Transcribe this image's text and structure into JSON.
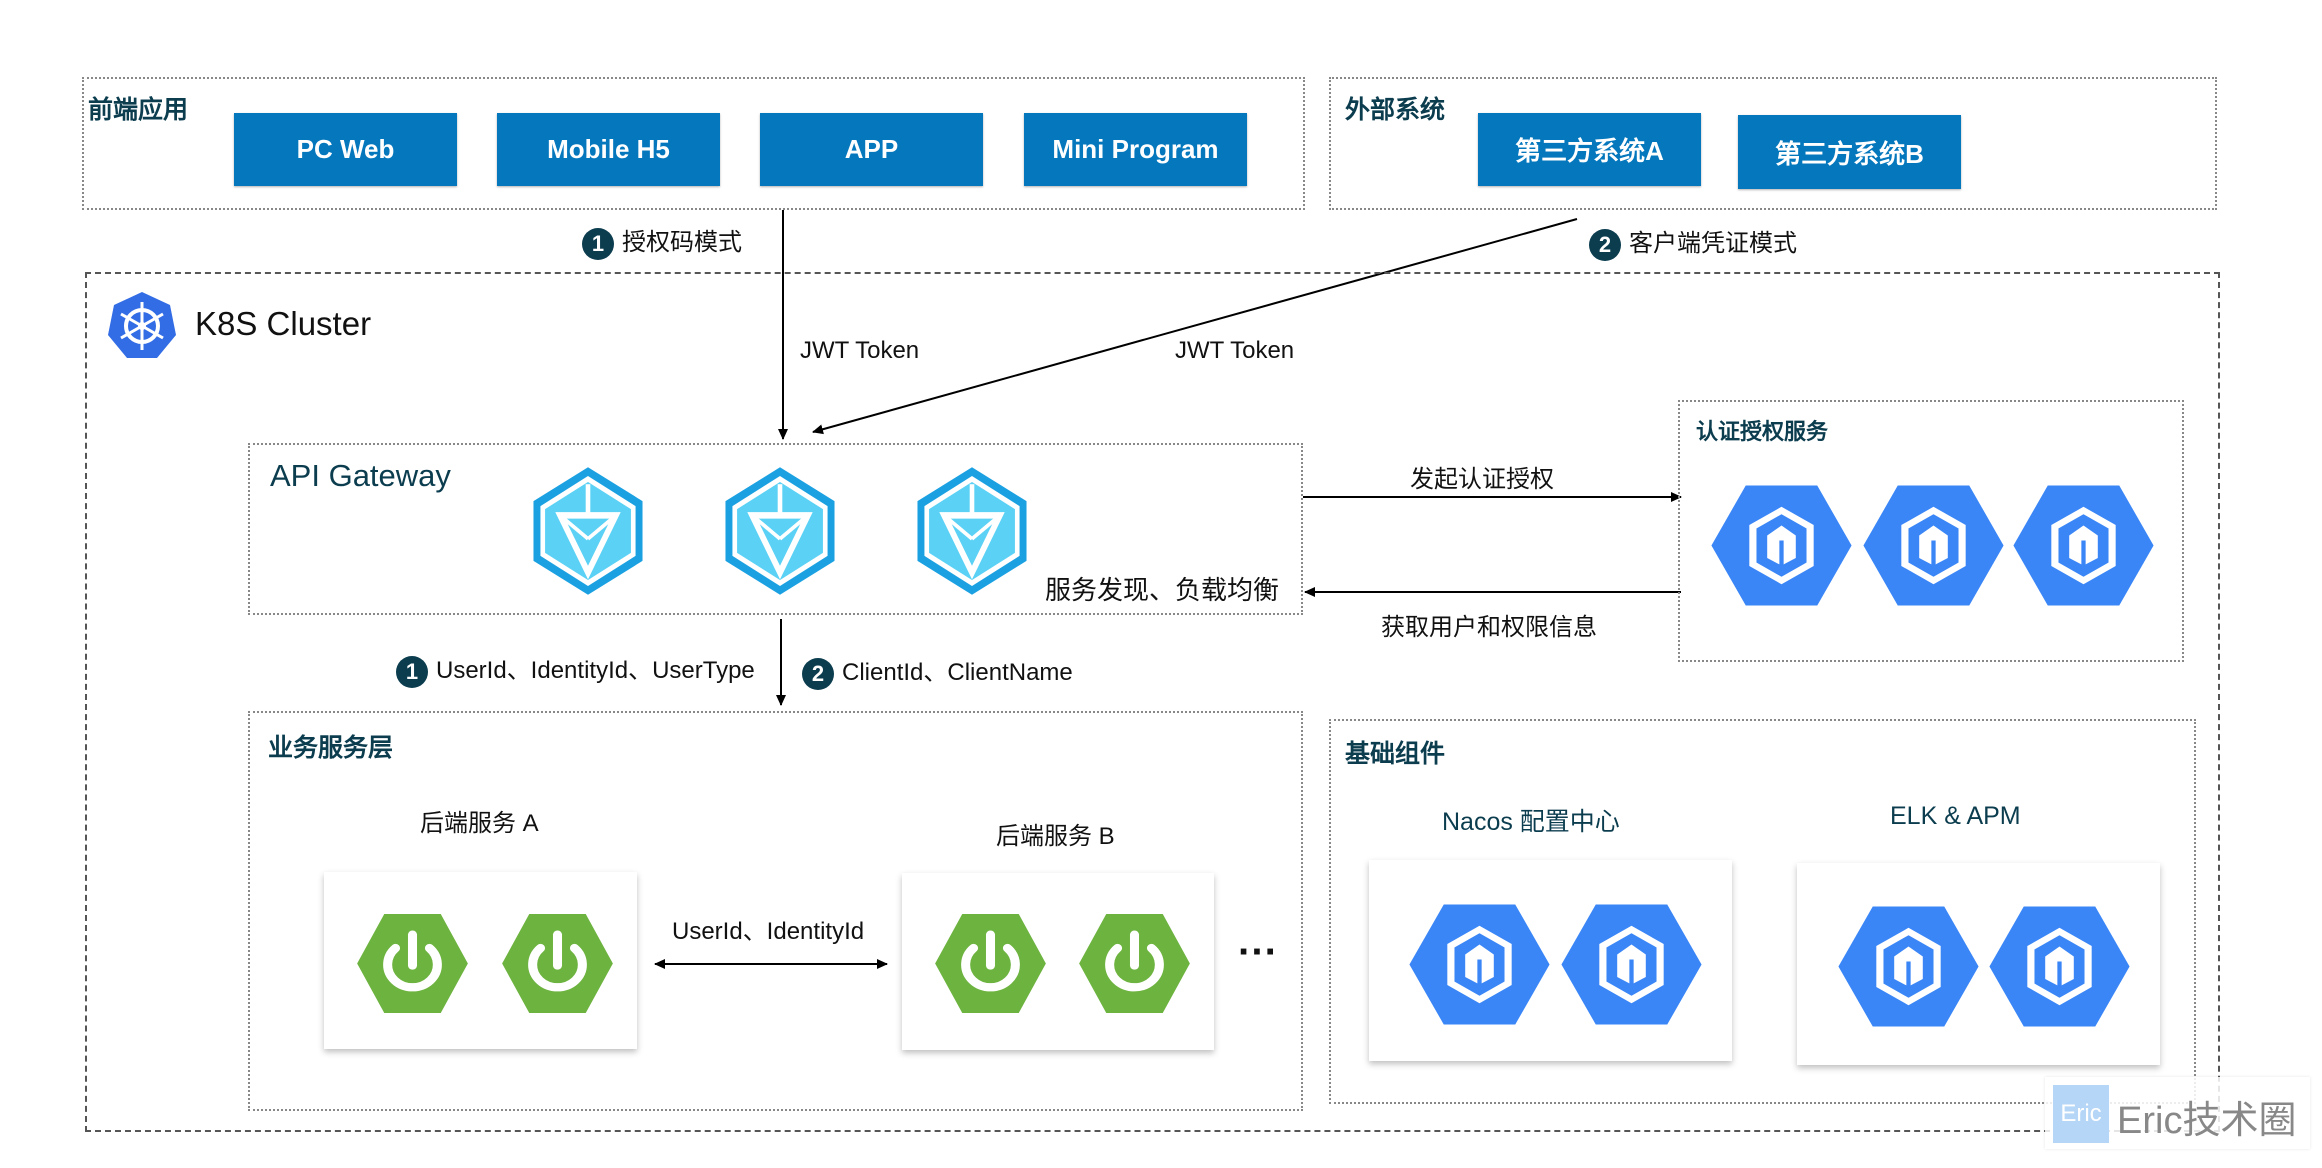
{
  "frontend": {
    "title": "前端应用",
    "buttons": [
      "PC Web",
      "Mobile H5",
      "APP",
      "Mini Program"
    ]
  },
  "external": {
    "title": "外部系统",
    "buttons": [
      "第三方系统A",
      "第三方系统B"
    ]
  },
  "flows": {
    "auth_code": {
      "num": "1",
      "label": "授权码模式"
    },
    "client_cred": {
      "num": "2",
      "label": "客户端凭证模式"
    },
    "jwt1": "JWT Token",
    "jwt2": "JWT Token",
    "auth_request": "发起认证授权",
    "get_user": "获取用户和权限信息",
    "discovery": "服务发现、负载均衡",
    "headers1": {
      "num": "1",
      "label": "UserId、IdentityId、UserType"
    },
    "headers2": {
      "num": "2",
      "label": "ClientId、ClientName"
    },
    "between_services": "UserId、IdentityId",
    "more": "···"
  },
  "cluster": {
    "title": "K8S Cluster"
  },
  "gateway": {
    "title": "API Gateway"
  },
  "auth_service": {
    "title": "认证授权服务"
  },
  "business": {
    "title": "业务服务层",
    "service_a": "后端服务 A",
    "service_b": "后端服务 B"
  },
  "base": {
    "title": "基础组件",
    "nacos": "Nacos 配置中心",
    "elk": "ELK & APM"
  },
  "watermark": {
    "logo": "Eric",
    "text": "Eric技术圈"
  },
  "colors": {
    "button": "#0477bd",
    "heading": "#0b3d4f",
    "gcp_blue": "#3a86f7",
    "spring_green": "#6db33f",
    "gateway_cyan": "#1ba1e2"
  }
}
